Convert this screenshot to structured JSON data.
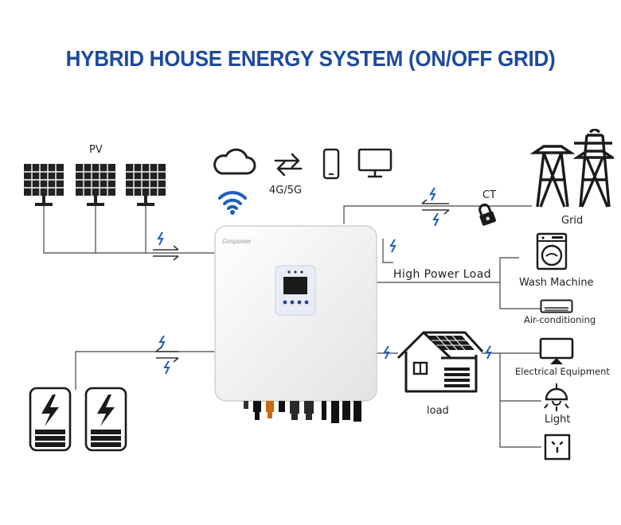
{
  "title": "HYBRID HOUSE ENERGY SYSTEM (ON/OFF GRID)",
  "labels": {
    "pv": "PV",
    "network": "4G/5G",
    "ct": "CT",
    "grid": "Grid",
    "high_power_load": "High Power Load",
    "wash_machine": "Wash Machine",
    "air_conditioning": "Air-conditioning",
    "electrical_equipment": "Electrical Equipment",
    "light": "Light",
    "load": "load"
  },
  "inverter": {
    "brand": "Gospower"
  },
  "icons": {
    "solar_panel": "solar-panel-icon",
    "cloud": "cloud-icon",
    "wifi": "wifi-icon",
    "exchange": "exchange-arrows-icon",
    "phone": "smartphone-icon",
    "monitor": "monitor-icon",
    "lock": "lock-icon",
    "tower": "power-tower-icon",
    "washer": "washing-machine-icon",
    "ac": "air-conditioner-icon",
    "tv": "tv-icon",
    "bulb": "light-bulb-icon",
    "socket": "power-socket-icon",
    "battery": "battery-icon",
    "house": "house-icon",
    "flow_arrow": "bidirectional-flow-icon",
    "bolt": "lightning-bolt-icon"
  },
  "colors": {
    "title": "#1d4a9c",
    "accent_blue": "#1f5fbf",
    "line": "#444444",
    "icon": "#1a1a1a"
  }
}
